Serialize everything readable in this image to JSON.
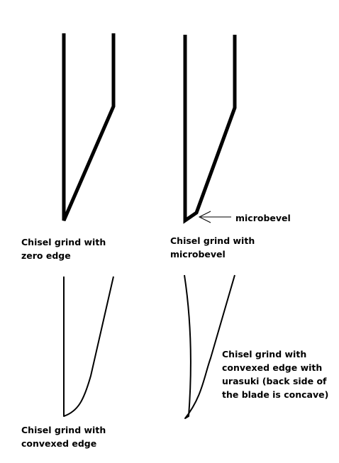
{
  "colors": {
    "ink": "#000000",
    "background": "#ffffff"
  },
  "diagrams": [
    {
      "id": "zero-edge",
      "caption_lines": [
        "Chisel grind with",
        "zero edge"
      ]
    },
    {
      "id": "microbevel",
      "caption_lines": [
        "Chisel grind with",
        "microbevel"
      ],
      "callout_label": "microbevel"
    },
    {
      "id": "convexed-edge",
      "caption_lines": [
        "Chisel grind with",
        "convexed edge"
      ]
    },
    {
      "id": "convexed-urasuki",
      "caption_lines": [
        "Chisel grind with",
        "convexed edge with",
        "urasuki (back side of",
        "the blade is concave)"
      ]
    }
  ]
}
